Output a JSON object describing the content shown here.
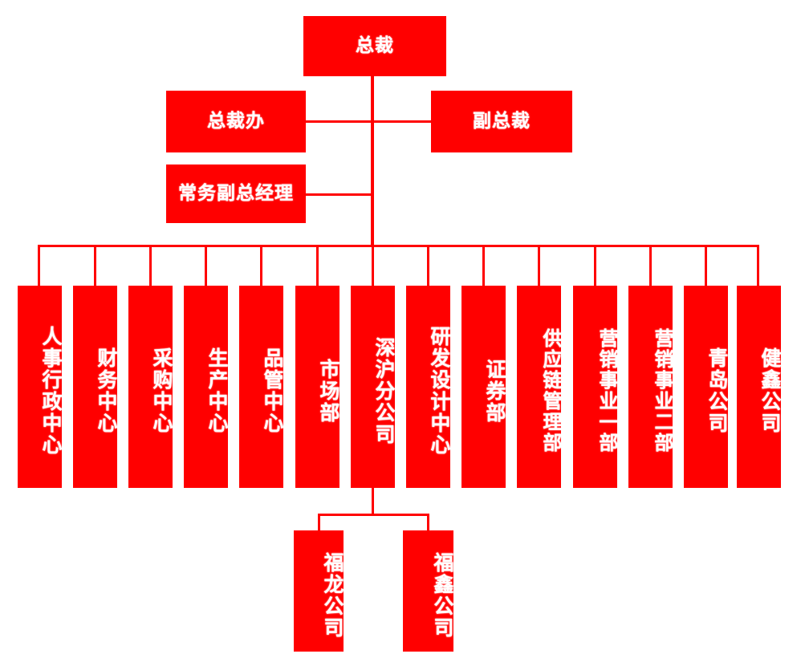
{
  "meta": {
    "title": "公司组织架构图",
    "accent_color": "#FF0000",
    "text_color": "#FFFFFF",
    "background_color": "#FFFFFF"
  },
  "nodes": {
    "president": {
      "label": "总裁"
    },
    "president_office": {
      "label": "总裁办"
    },
    "vice_president": {
      "label": "副总裁"
    },
    "exec_deputy_gm": {
      "label": "常务副总经理"
    }
  },
  "departments": [
    {
      "label": "人事行政中心"
    },
    {
      "label": "财务中心"
    },
    {
      "label": "采购中心"
    },
    {
      "label": "生产中心"
    },
    {
      "label": "品管中心"
    },
    {
      "label": "市场部"
    },
    {
      "label": "深沪分公司"
    },
    {
      "label": "研发设计中心"
    },
    {
      "label": "证券部"
    },
    {
      "label": "供应链管理部"
    },
    {
      "label": "营销事业一部"
    },
    {
      "label": "营销事业二部"
    },
    {
      "label": "青岛公司"
    },
    {
      "label": "健鑫公司"
    }
  ],
  "subsidiaries": [
    {
      "label": "福龙公司"
    },
    {
      "label": "福鑫公司"
    }
  ]
}
